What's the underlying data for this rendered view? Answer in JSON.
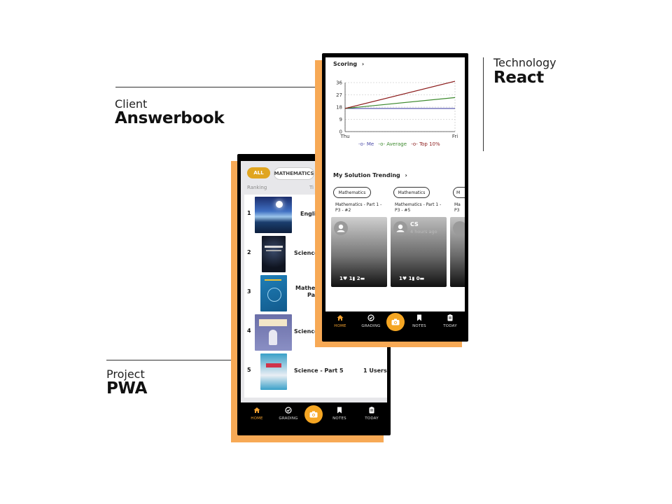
{
  "info": {
    "client_label": "Client",
    "client_value": "Answerbook",
    "technology_label": "Technology",
    "technology_value": "React",
    "project_label": "Project",
    "project_value": "PWA"
  },
  "front_phone": {
    "filters": [
      "ALL",
      "MATHEMATICS"
    ],
    "columns": {
      "ranking": "Ranking",
      "title": "Ti"
    },
    "rows": [
      {
        "rank": "1",
        "title": "Englis",
        "users": ""
      },
      {
        "rank": "2",
        "title": "Science",
        "users": ""
      },
      {
        "rank": "3",
        "title": "Mathem",
        "title2": "Par",
        "users": ""
      },
      {
        "rank": "4",
        "title": "Science",
        "users": ""
      },
      {
        "rank": "5",
        "title": "Science - Part 5",
        "users": "1 Users"
      }
    ],
    "nav": [
      "HOME",
      "GRADING",
      "NOTES",
      "TODAY"
    ]
  },
  "back_phone": {
    "scoring_title": "Scoring",
    "trending_title": "My Solution Trending",
    "chart_data": {
      "type": "line",
      "x": [
        "Thu",
        "Fri"
      ],
      "y_ticks": [
        0,
        9,
        18,
        27,
        36
      ],
      "ylim": [
        0,
        36
      ],
      "series": [
        {
          "name": "Me",
          "values": [
            17,
            17
          ],
          "color": "#4a4aa8"
        },
        {
          "name": "Average",
          "values": [
            17,
            25
          ],
          "color": "#3d8a2e"
        },
        {
          "name": "Top 10%",
          "values": [
            17,
            37
          ],
          "color": "#8b1a1a"
        }
      ],
      "legend_position": "bottom",
      "grid": true
    },
    "trend_cards": [
      {
        "subject": "Mathematics",
        "name_line1": "Mathematics - Part 1 -",
        "name_line2": "P3 - #2",
        "user": "",
        "time": "",
        "likes": "1",
        "saves": "1",
        "comments": "2"
      },
      {
        "subject": "Mathematics",
        "name_line1": "Mathematics - Part 1 -",
        "name_line2": "P3 - #5",
        "user": "CS",
        "time": "4 hours ago",
        "likes": "1",
        "saves": "1",
        "comments": "0"
      },
      {
        "subject": "M",
        "name_line1": "Ma",
        "name_line2": "P3",
        "user": "",
        "time": "",
        "likes": "",
        "saves": "",
        "comments": ""
      }
    ],
    "nav": [
      "HOME",
      "GRADING",
      "NOTES",
      "TODAY"
    ]
  }
}
